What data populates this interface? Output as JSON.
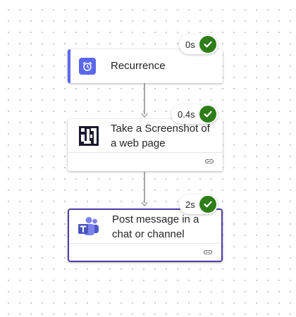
{
  "flow": {
    "steps": [
      {
        "title": "Recurrence",
        "duration": "0s",
        "status": "succeeded",
        "icon": "alarm-clock-icon",
        "icon_bg": "#5b68ee"
      },
      {
        "title": "Take a Screenshot of a web page",
        "duration": "0.4s",
        "status": "succeeded",
        "icon": "screenshot-app-icon",
        "icon_bg": "#1a1a2e"
      },
      {
        "title": "Post message in a chat or channel",
        "duration": "2s",
        "status": "succeeded",
        "icon": "teams-icon",
        "icon_bg": "#5b5fc7"
      }
    ]
  },
  "colors": {
    "success": "#2e7d18",
    "selected_border": "#4f3fa6",
    "recurrence_accent": "#5b68ee",
    "connector": "#a6a6a6"
  }
}
